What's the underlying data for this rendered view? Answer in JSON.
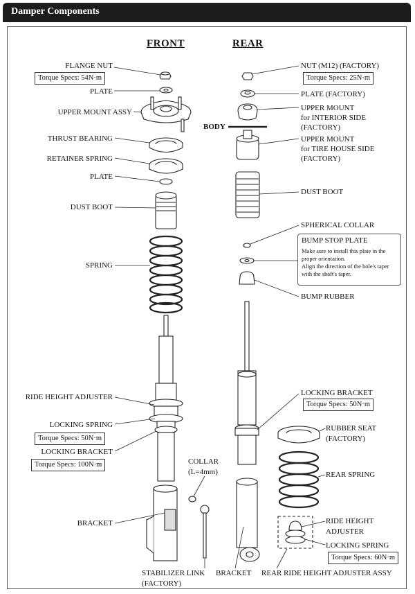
{
  "header": {
    "title": "Damper Components"
  },
  "columns": {
    "front": "FRONT",
    "rear": "REAR"
  },
  "front_labels": {
    "flange_nut": "FLANGE NUT",
    "flange_nut_spec": "Torque Specs: 54N·m",
    "plate": "PLATE",
    "upper_mount_assy": "UPPER MOUNT ASSY",
    "thrust_bearing": "THRUST BEARING",
    "retainer_spring": "RETAINER SPRING",
    "plate2": "PLATE",
    "dust_boot": "DUST BOOT",
    "spring": "SPRING",
    "ride_height_adjuster": "RIDE HEIGHT ADJUSTER",
    "locking_spring": "LOCKING SPRING",
    "locking_spring_spec": "Torque Specs: 50N·m",
    "locking_bracket": "LOCKING BRACKET",
    "locking_bracket_spec": "Torque Specs: 100N·m",
    "collar": "COLLAR",
    "collar_size": "(L=4mm)",
    "bracket": "BRACKET",
    "stabilizer_link": "STABILIZER LINK",
    "stabilizer_link_sub": "(FACTORY)"
  },
  "rear_labels": {
    "body": "BODY",
    "nut": "NUT (M12) (FACTORY)",
    "nut_spec": "Torque Specs: 25N·m",
    "plate": "PLATE (FACTORY)",
    "upper_mount_interior_1": "UPPER MOUNT",
    "upper_mount_interior_2": "for INTERIOR SIDE",
    "upper_mount_interior_3": "(FACTORY)",
    "upper_mount_tire_1": "UPPER MOUNT",
    "upper_mount_tire_2": "for TIRE HOUSE SIDE",
    "upper_mount_tire_3": "(FACTORY)",
    "dust_boot": "DUST BOOT",
    "spherical_collar": "SPHERICAL COLLAR",
    "bump_stop_plate": "BUMP STOP PLATE",
    "bump_stop_note_1": "Make sure to install this plate in the",
    "bump_stop_note_2": "proper orientation.",
    "bump_stop_note_3": "Align the direction of the hole's taper",
    "bump_stop_note_4": "with the shaft's taper.",
    "bump_rubber": "BUMP RUBBER",
    "locking_bracket": "LOCKING BRACKET",
    "locking_bracket_spec": "Torque Specs: 50N·m",
    "rubber_seat_1": "RUBBER SEAT",
    "rubber_seat_2": "(FACTORY)",
    "rear_spring": "REAR SPRING",
    "ride_height_adjuster_1": "RIDE HEIGHT",
    "ride_height_adjuster_2": "ADJUSTER",
    "locking_spring": "LOCKING SPRING",
    "locking_spring_spec": "Torque Specs: 60N·m",
    "bracket": "BRACKET",
    "rear_ride_height_adjuster_assy": "REAR RIDE HEIGHT ADJUSTER ASSY"
  }
}
